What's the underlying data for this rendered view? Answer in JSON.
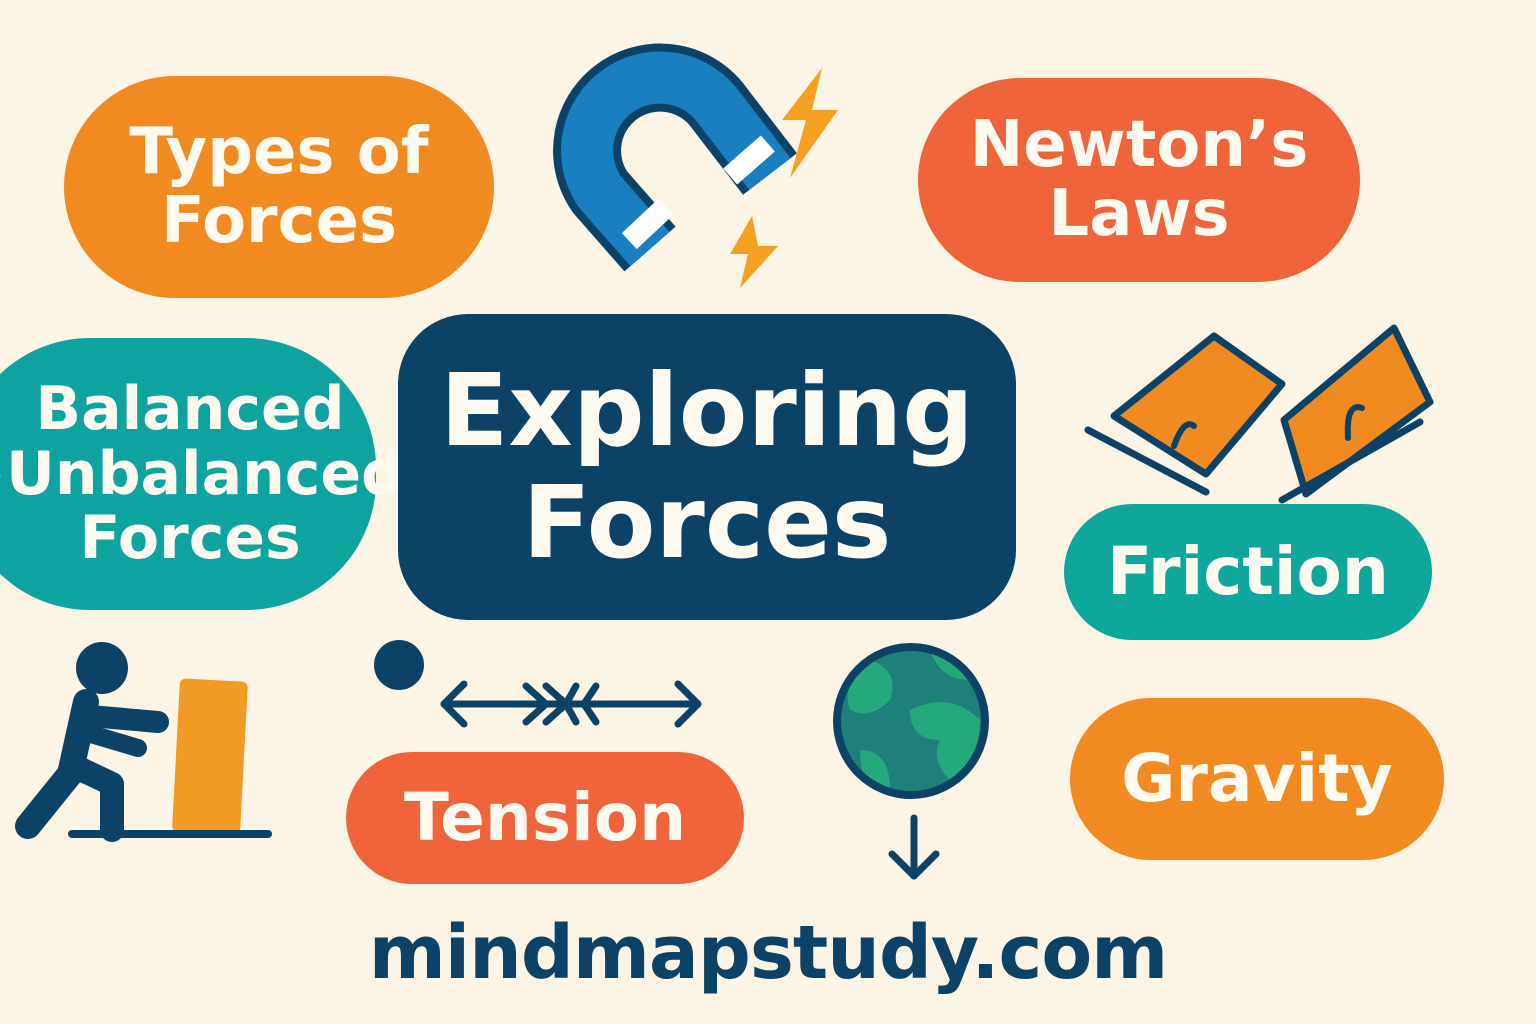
{
  "title": [
    "Exploring",
    "Forces"
  ],
  "nodes": {
    "types_of_forces": [
      "Types of",
      "Forces"
    ],
    "newtons_laws": [
      "Newton’s",
      "Laws"
    ],
    "balanced": {
      "line1": "Balanced",
      "amp": "&",
      "line2": "Unbalanced",
      "line3": "Forces"
    },
    "friction": "Friction",
    "gravity": "Gravity",
    "tension": "Tension"
  },
  "website": "mindmapstudy.com",
  "icons": [
    "magnet-icon",
    "lightning-bolt-icon",
    "friction-blocks-icon",
    "pushing-person-icon",
    "ball-icon",
    "tension-arrows-icon",
    "earth-icon",
    "down-arrow-icon"
  ],
  "colors": {
    "background": "#fcf4e4",
    "navy": "#0b4266",
    "orange": "#f28a22",
    "red_orange": "#f0643c",
    "teal": "#0fa3a0",
    "text_light": "#fffaf0"
  }
}
